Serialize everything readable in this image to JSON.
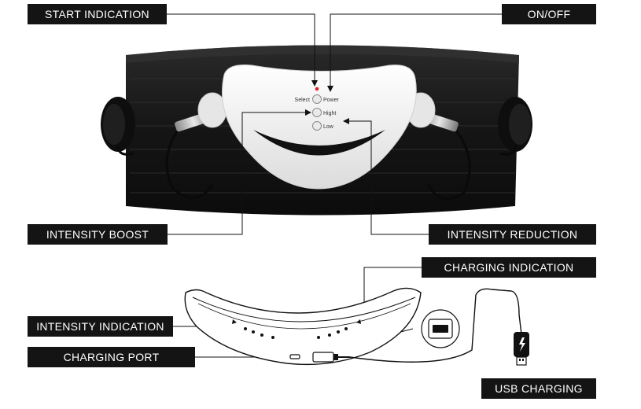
{
  "labels": {
    "start_indication": "START INDICATION",
    "on_off": "ON/OFF",
    "intensity_boost": "INTENSITY BOOST",
    "intensity_reduction": "INTENSITY REDUCTION",
    "charging_indication": "CHARGING INDICATION",
    "intensity_indication": "INTENSITY INDICATION",
    "charging_port": "CHARGING PORT",
    "usb_charging": "USB CHARGING"
  },
  "device_buttons": {
    "select": "Select",
    "power": "Power",
    "hight": "Hight",
    "low": "Low"
  },
  "colors": {
    "label_bg": "#141414",
    "label_text": "#ffffff",
    "belt": "#1a1a1a",
    "panel": "#f2f2f2",
    "indicator_led": "#e02020"
  }
}
